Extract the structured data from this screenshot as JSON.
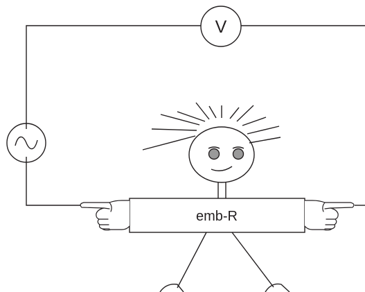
{
  "voltmeter": {
    "symbol": "V"
  },
  "resistor": {
    "label": "emb-R"
  },
  "colors": {
    "ink": "#231f20",
    "eye": "#9a9a9a",
    "background": "#ffffff"
  },
  "icons": [
    "voltmeter-icon",
    "ac-source-icon",
    "pointing-hand-icon",
    "stick-figure"
  ]
}
